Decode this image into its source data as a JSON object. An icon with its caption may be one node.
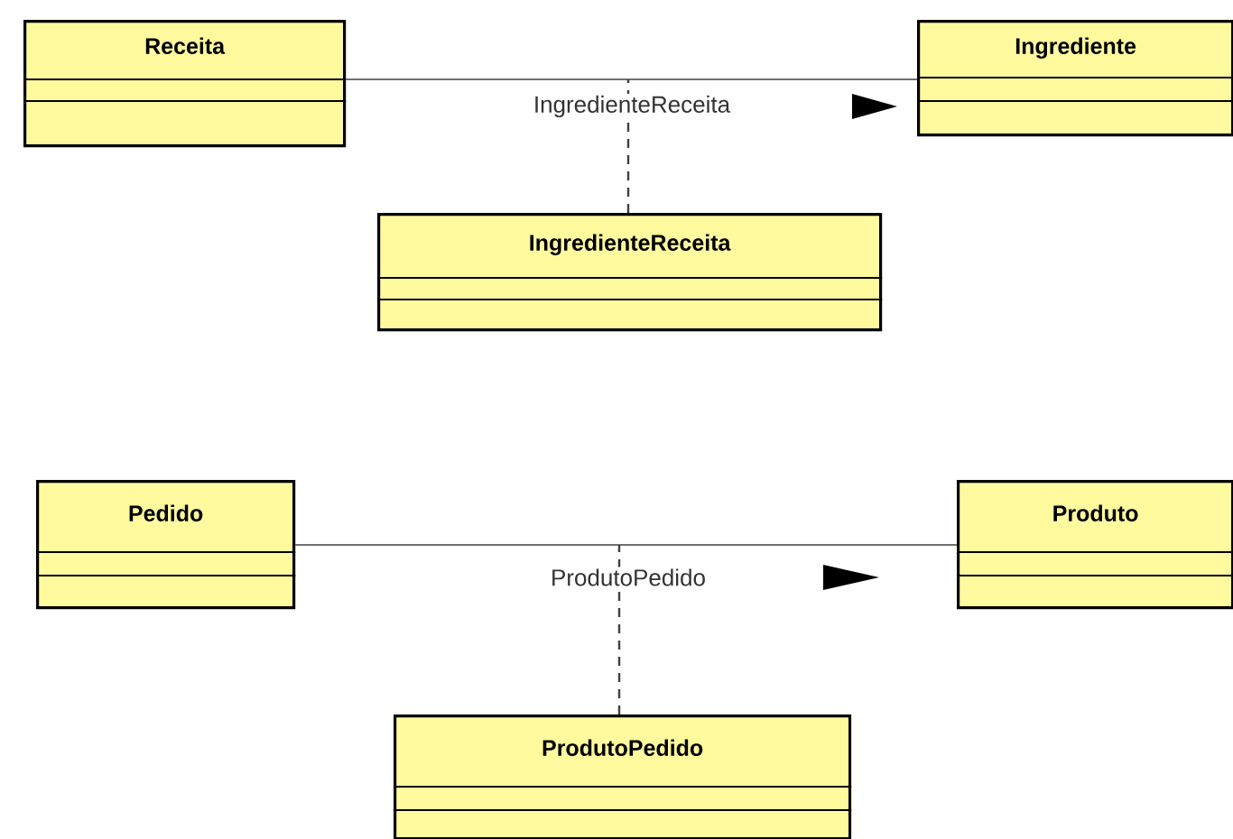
{
  "diagram": {
    "nodes": [
      {
        "text": [
          "Receita"
        ]
      },
      {
        "text": [
          "Ingrediente"
        ]
      },
      {
        "text": [
          "IngredienteReceita"
        ]
      },
      {
        "text": [
          "Pedido"
        ]
      },
      {
        "text": [
          "Produto"
        ]
      },
      {
        "text": [
          "ProdutoPedido"
        ]
      }
    ],
    "edges": [
      {
        "from": 0,
        "to": 1,
        "arrow": "none",
        "label": "IngredienteReceita"
      },
      {
        "from": 2,
        "to": null,
        "arrow": "none",
        "style": "dashed"
      },
      {
        "from": 3,
        "to": 4,
        "arrow": "none",
        "label": "ProdutoPedido"
      },
      {
        "from": 5,
        "to": null,
        "arrow": "none",
        "style": "dashed"
      }
    ]
  }
}
